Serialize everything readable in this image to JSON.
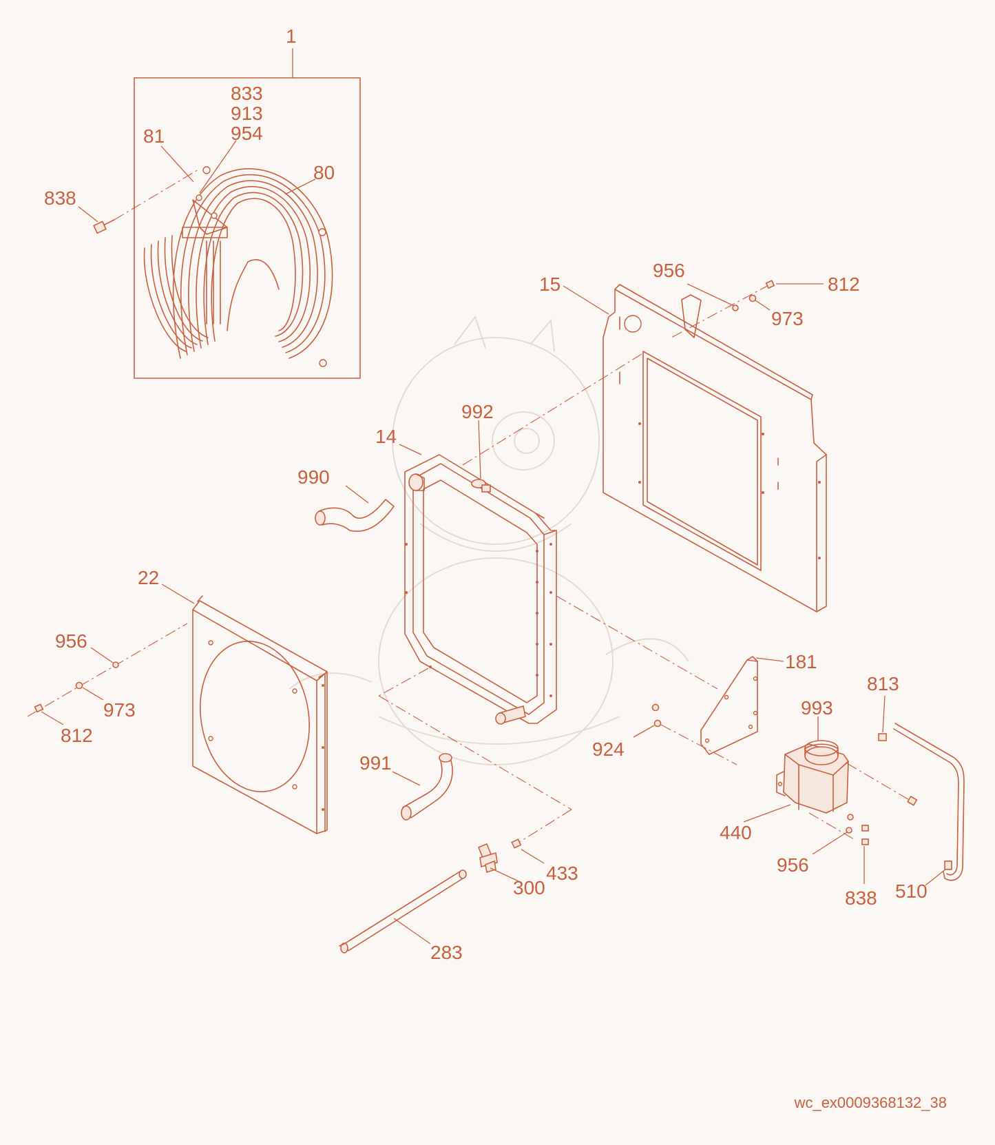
{
  "title": "",
  "reference_code": "wc_ex0009368132_38",
  "colors": {
    "line": "#c8603d",
    "background": "#fbf7f4",
    "watermark": "#e7d9d1"
  },
  "callouts": {
    "c1": "1",
    "c833": "833",
    "c913": "913",
    "c954": "954",
    "c81": "81",
    "c80": "80",
    "c838a": "838",
    "c15": "15",
    "c956a": "956",
    "c812a": "812",
    "c973a": "973",
    "c992": "992",
    "c14": "14",
    "c990": "990",
    "c22": "22",
    "c956b": "956",
    "c973b": "973",
    "c812b": "812",
    "c181": "181",
    "c813": "813",
    "c993": "993",
    "c924": "924",
    "c991": "991",
    "c440": "440",
    "c956c": "956",
    "c838b": "838",
    "c510": "510",
    "c433": "433",
    "c300": "300",
    "c283": "283"
  }
}
